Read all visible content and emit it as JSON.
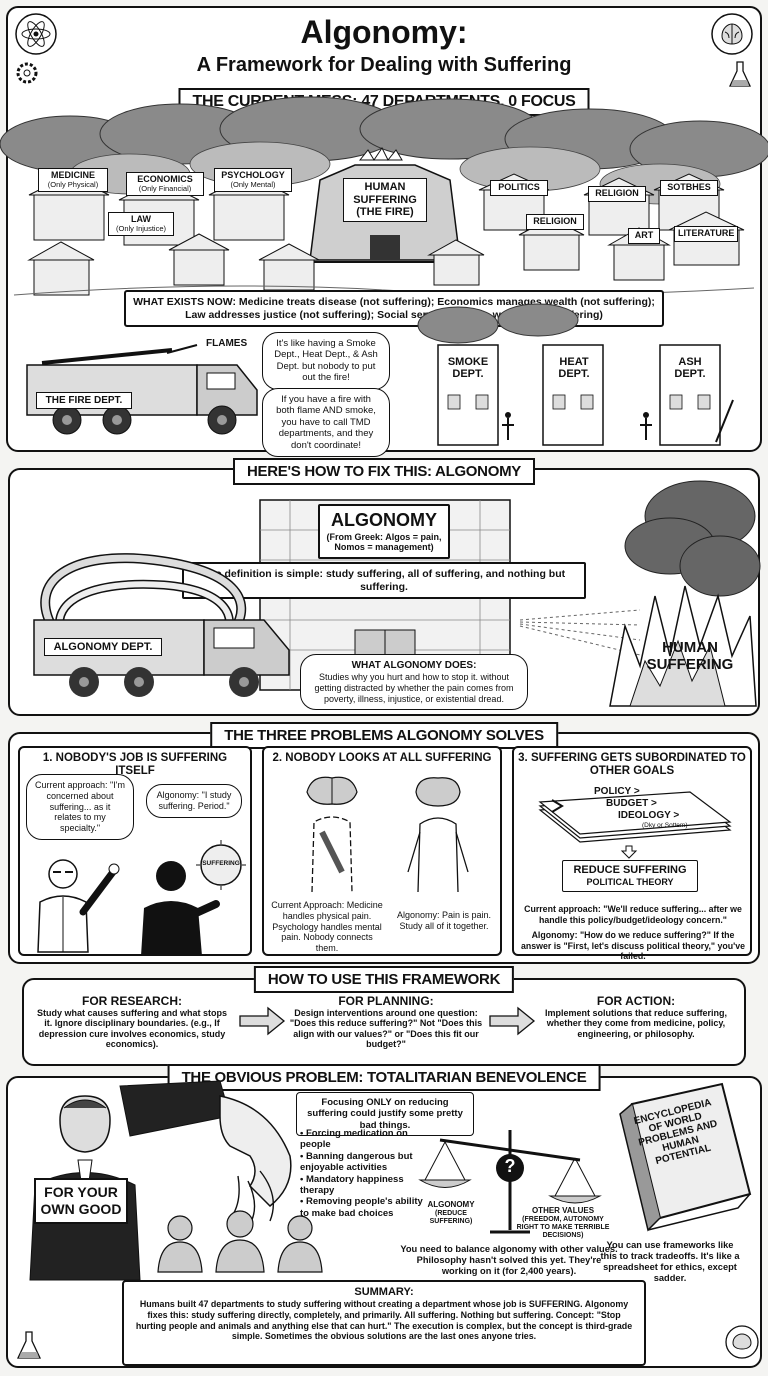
{
  "header": {
    "title": "Algonomy:",
    "subtitle": "A Framework for Dealing with Suffering"
  },
  "current_mess": {
    "banner": "THE CURRENT MESS: 47 DEPARTMENTS, 0 FOCUS",
    "center_building": "HUMAN SUFFERING (THE FIRE)",
    "buildings": [
      {
        "name": "MEDICINE",
        "sub": "(Only Physical)"
      },
      {
        "name": "ECONOMICS",
        "sub": "(Only Financial)"
      },
      {
        "name": "PSYCHOLOGY",
        "sub": "(Only Mental)"
      },
      {
        "name": "LAW",
        "sub": "(Only Injustice)"
      },
      {
        "name": "POLITICS",
        "sub": ""
      },
      {
        "name": "RELIGION",
        "sub": ""
      },
      {
        "name": "SOTBHES",
        "sub": ""
      },
      {
        "name": "RELIGION",
        "sub": ""
      },
      {
        "name": "ART",
        "sub": ""
      },
      {
        "name": "LITERATURE",
        "sub": ""
      }
    ],
    "what_exists": "WHAT EXISTS NOW: Medicine treats disease (not suffering); Economics manages wealth (not suffering); Law addresses justice (not suffering); Social services handle welfare (not suffering)",
    "flames_label": "FLAMES",
    "fire_dept": "THE FIRE DEPT.",
    "bubble1": "It's like having a Smoke Dept., Heat Dept., & Ash Dept. but nobody to put out the fire!",
    "bubble2": "If you have a fire with both flame AND smoke, you have to call TMD departments, and they don't coordinate!",
    "depts": [
      "SMOKE DEPT.",
      "HEAT DEPT.",
      "ASH DEPT."
    ]
  },
  "fix": {
    "banner": "HERE'S HOW TO FIX THIS: ALGONOMY",
    "building_title": "ALGONOMY",
    "building_sub": "(From Greek: Algos = pain, Nomos = management)",
    "definition": "The definition is simple: study suffering, all of suffering, and nothing but suffering.",
    "truck_label": "ALGONOMY DEPT.",
    "what_title": "WHAT ALGONOMY DOES:",
    "what_text": "Studies why you hurt and how to stop it. without getting distracted by whether the pain comes from poverty, illness, injustice, or existential dread.",
    "fire_label": "HUMAN SUFFERING"
  },
  "problems": {
    "banner": "THE THREE PROBLEMS ALGONOMY SOLVES",
    "p1": {
      "title": "1. NOBODY'S JOB IS SUFFERING ITSELF",
      "bubble_a": "Current approach: \"I'm concerned about suffering... as it relates to my specialty.\"",
      "bubble_b": "Algonomy: \"I study suffering. Period.\"",
      "orb": "SUFFERING"
    },
    "p2": {
      "title": "2. NOBODY LOOKS AT ALL SUFFERING",
      "left": "Current Approach: Medicine handles physical pain. Psychology handles mental pain. Nobody connects them.",
      "right": "Algonomy: Pain is pain. Study all of it together."
    },
    "p3": {
      "title": "3. SUFFERING GETS SUBORDINATED TO OTHER GOALS",
      "stack": [
        "POLICY >",
        "BUDGET >",
        "IDEOLOGY >"
      ],
      "stack_small": "(Dky or Sottem)",
      "reduce": "REDUCE SUFFERING",
      "reduce_sub": "POLITICAL THEORY",
      "text1": "Current approach: \"We'll reduce suffering... after we handle this policy/budget/ideology concern.\"",
      "text2": "Algonomy: \"How do we reduce suffering?\" If the answer is \"First, let's discuss political theory,\" you've failed."
    }
  },
  "how_to": {
    "banner": "HOW TO USE THIS FRAMEWORK",
    "cols": [
      {
        "title": "FOR RESEARCH:",
        "text": "Study what causes suffering and what stops it. Ignore disciplinary boundaries. (e.g., If depression cure involves economics, study economics)."
      },
      {
        "title": "FOR PLANNING:",
        "text": "Design interventions around one question: \"Does this reduce suffering?\" Not \"Does this align with our values?\" or \"Does this fit our budget?\""
      },
      {
        "title": "FOR ACTION:",
        "text": "Implement solutions that reduce suffering, whether they come from medicine, policy, engineering, or philosophy."
      }
    ]
  },
  "obvious": {
    "banner": "THE OBVIOUS PROBLEM: TOTALITARIAN BENEVOLENCE",
    "sign": "FOR YOUR OWN GOOD",
    "focus": "Focusing ONLY on reducing suffering could justify some pretty bad things.",
    "bullets": [
      "Forcing medication on people",
      "Banning dangerous but enjoyable activities",
      "Mandatory happiness therapy",
      "Removing people's ability to make bad choices"
    ],
    "scale_left": "ALGONOMY",
    "scale_left_sub": "(REDUCE SUFFERING)",
    "scale_right": "OTHER VALUES",
    "scale_right_sub": "(FREEDOM, AUTONOMY RIGHT TO MAKE TERRIBLE DECISIONS)",
    "question": "?",
    "balance": "You need to balance algonomy with other values. Philosophy hasn't solved this yet. They're working on it (for 2,400 years).",
    "book": "ENCYCLOPEDIA OF WORLD PROBLEMS AND HUMAN POTENTIAL",
    "book_caption": "You can use frameworks like this to track tradeoffs. It's like a spreadsheet for ethics, except sadder."
  },
  "summary": {
    "title": "SUMMARY:",
    "text": "Humans built 47 departments to study suffering without creating a department whose job is SUFFERING. Algonomy fixes this: study suffering directly, completely, and primarily. All suffering. Nothing but suffering. Concept: \"Stop hurting people and animals and anything else that can hurt.\" The execution is complex, but the concept is third-grade simple. Sometimes the obvious solutions are the last ones anyone tries."
  }
}
